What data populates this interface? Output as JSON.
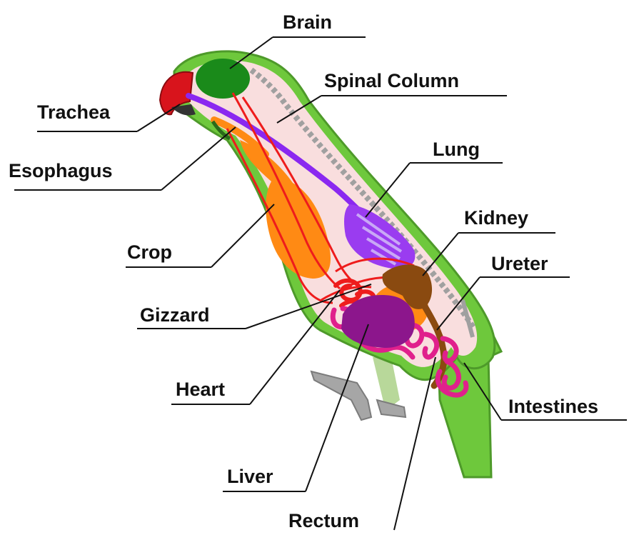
{
  "labels": {
    "brain": "Brain",
    "spinal_column": "Spinal Column",
    "trachea": "Trachea",
    "esophagus": "Esophagus",
    "lung": "Lung",
    "kidney": "Kidney",
    "crop": "Crop",
    "ureter": "Ureter",
    "gizzard": "Gizzard",
    "heart": "Heart",
    "intestines": "Intestines",
    "liver": "Liver",
    "rectum": "Rectum"
  },
  "colors": {
    "body_outline": "#6ec83c",
    "body_dark": "#4e9a2a",
    "body_fill": "#f9dede",
    "brain": "#1a8a1a",
    "beak": "#d8141c",
    "trachea": "#8a28f0",
    "crop": "#ff8a14",
    "lung": "#9a3cf0",
    "kidney": "#8a4a10",
    "liver": "#8c168c",
    "intestines": "#e0208c",
    "vessels": "#ee1c1c",
    "spine": "#a0a0a0",
    "feet": "#9a9a9a"
  }
}
